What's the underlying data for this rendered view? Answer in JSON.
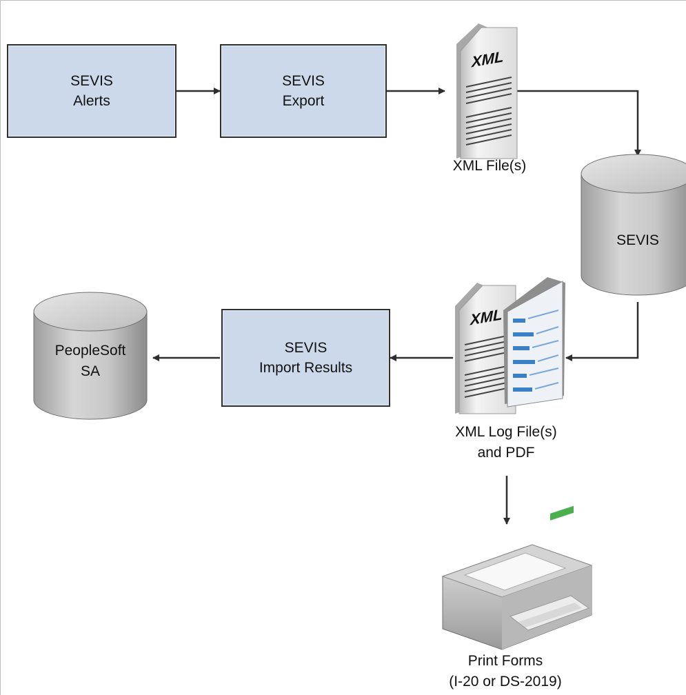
{
  "processes": {
    "alerts": {
      "line1": "SEVIS",
      "line2": "Alerts"
    },
    "export": {
      "line1": "SEVIS",
      "line2": "Export"
    },
    "import": {
      "line1": "SEVIS",
      "line2": "Import Results"
    }
  },
  "databases": {
    "sevis": {
      "label": "SEVIS"
    },
    "peoplesoft": {
      "line1": "PeopleSoft",
      "line2": "SA"
    }
  },
  "documents": {
    "xml_file": {
      "icon_text": "XML",
      "caption": "XML File(s)"
    },
    "xml_log": {
      "icon_text": "XML",
      "caption_line1": "XML Log File(s)",
      "caption_line2": "and PDF"
    }
  },
  "printer": {
    "caption_line1": "Print Forms",
    "caption_line2": "(I-20 or DS-2019)"
  },
  "colors": {
    "process_fill": "#ccd9eb",
    "arrow": "#2e2e2e",
    "cylinder_gray": "#c4c4c4",
    "pdf_blue": "#3b7fc4"
  }
}
